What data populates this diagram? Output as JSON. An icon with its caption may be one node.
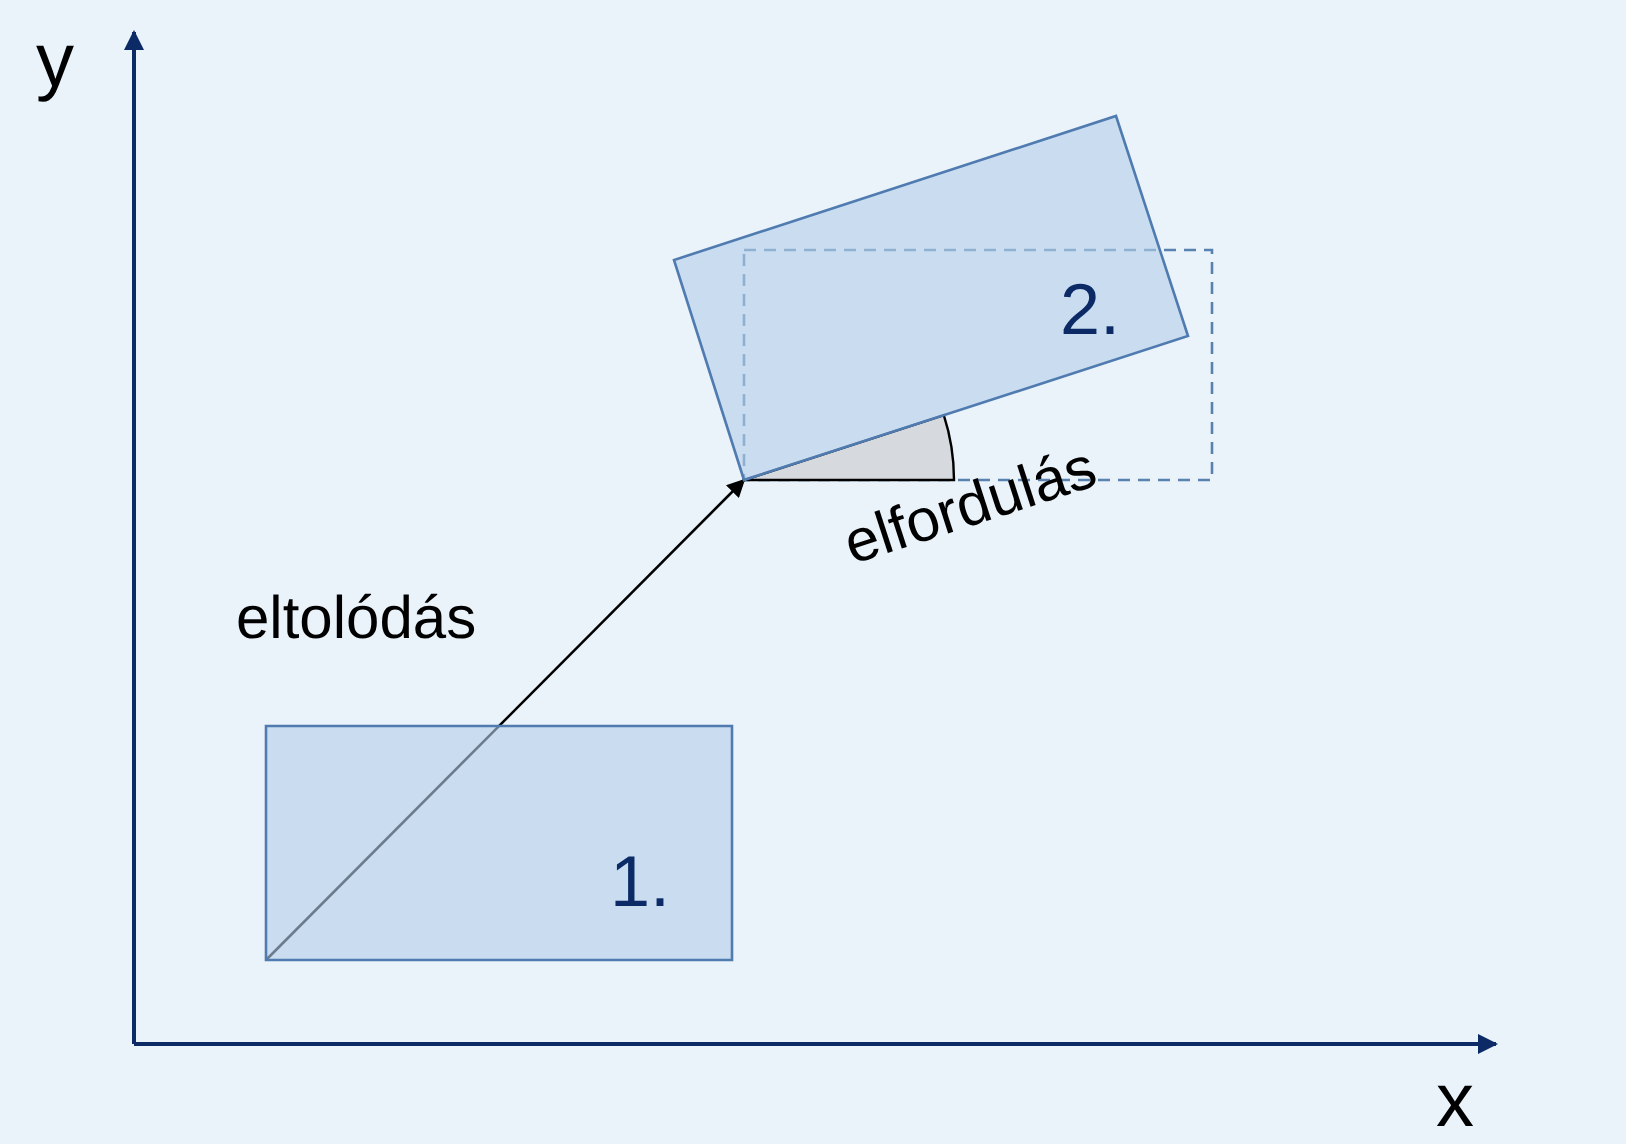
{
  "diagram": {
    "nodes": [
      {
        "text": [
          "1."
        ]
      },
      {
        "text": [
          "2."
        ]
      }
    ],
    "edges": [
      {
        "from": 0,
        "to": 1,
        "arrow": "to",
        "label": "eltolódás"
      }
    ],
    "labels": [
      "y",
      "elfordulás",
      "x"
    ]
  }
}
